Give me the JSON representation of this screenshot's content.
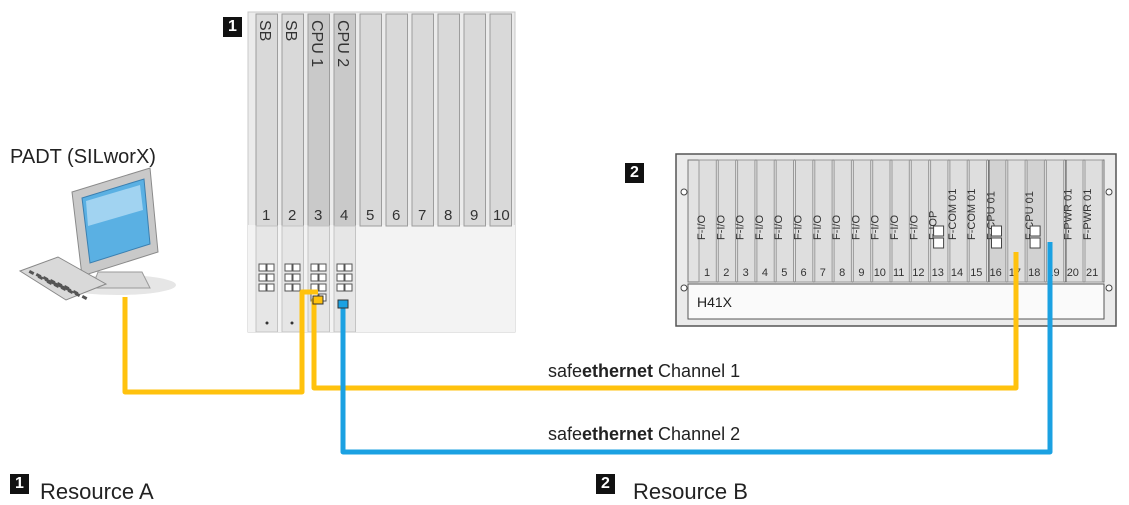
{
  "workstation": {
    "label": "PADT (SILworX)"
  },
  "resource_a": {
    "marker": "1",
    "caption": "Resource A",
    "slots": [
      {
        "number": "1",
        "module": "SB"
      },
      {
        "number": "2",
        "module": "SB"
      },
      {
        "number": "3",
        "module": "CPU 1"
      },
      {
        "number": "4",
        "module": "CPU 2"
      },
      {
        "number": "5",
        "module": ""
      },
      {
        "number": "6",
        "module": ""
      },
      {
        "number": "7",
        "module": ""
      },
      {
        "number": "8",
        "module": ""
      },
      {
        "number": "9",
        "module": ""
      },
      {
        "number": "10",
        "module": ""
      }
    ]
  },
  "resource_b": {
    "marker": "2",
    "caption": "Resource B",
    "rack_label": "H41X",
    "slots": [
      {
        "number": "1",
        "module": "F-I/O"
      },
      {
        "number": "2",
        "module": "F-I/O"
      },
      {
        "number": "3",
        "module": "F-I/O"
      },
      {
        "number": "4",
        "module": "F-I/O"
      },
      {
        "number": "5",
        "module": "F-I/O"
      },
      {
        "number": "6",
        "module": "F-I/O"
      },
      {
        "number": "7",
        "module": "F-I/O"
      },
      {
        "number": "8",
        "module": "F-I/O"
      },
      {
        "number": "9",
        "module": "F-I/O"
      },
      {
        "number": "10",
        "module": "F-I/O"
      },
      {
        "number": "11",
        "module": "F-I/O"
      },
      {
        "number": "12",
        "module": "F-I/O"
      },
      {
        "number": "13",
        "module": "F-IOP"
      },
      {
        "number": "14",
        "module": "F-COM 01"
      },
      {
        "number": "15",
        "module": "F-COM 01"
      },
      {
        "number": "16",
        "module": "F-CPU 01"
      },
      {
        "number": "17",
        "module": ""
      },
      {
        "number": "18",
        "module": "F-CPU 01"
      },
      {
        "number": "19",
        "module": ""
      },
      {
        "number": "20",
        "module": "F-PWR 01"
      },
      {
        "number": "21",
        "module": "F-PWR 01"
      }
    ]
  },
  "channels": [
    {
      "prefix": "safe",
      "bold": "ethernet",
      "suffix": " Channel 1",
      "color": "#ffc20e"
    },
    {
      "prefix": "safe",
      "bold": "ethernet",
      "suffix": " Channel 2",
      "color": "#1ba1e2"
    }
  ]
}
